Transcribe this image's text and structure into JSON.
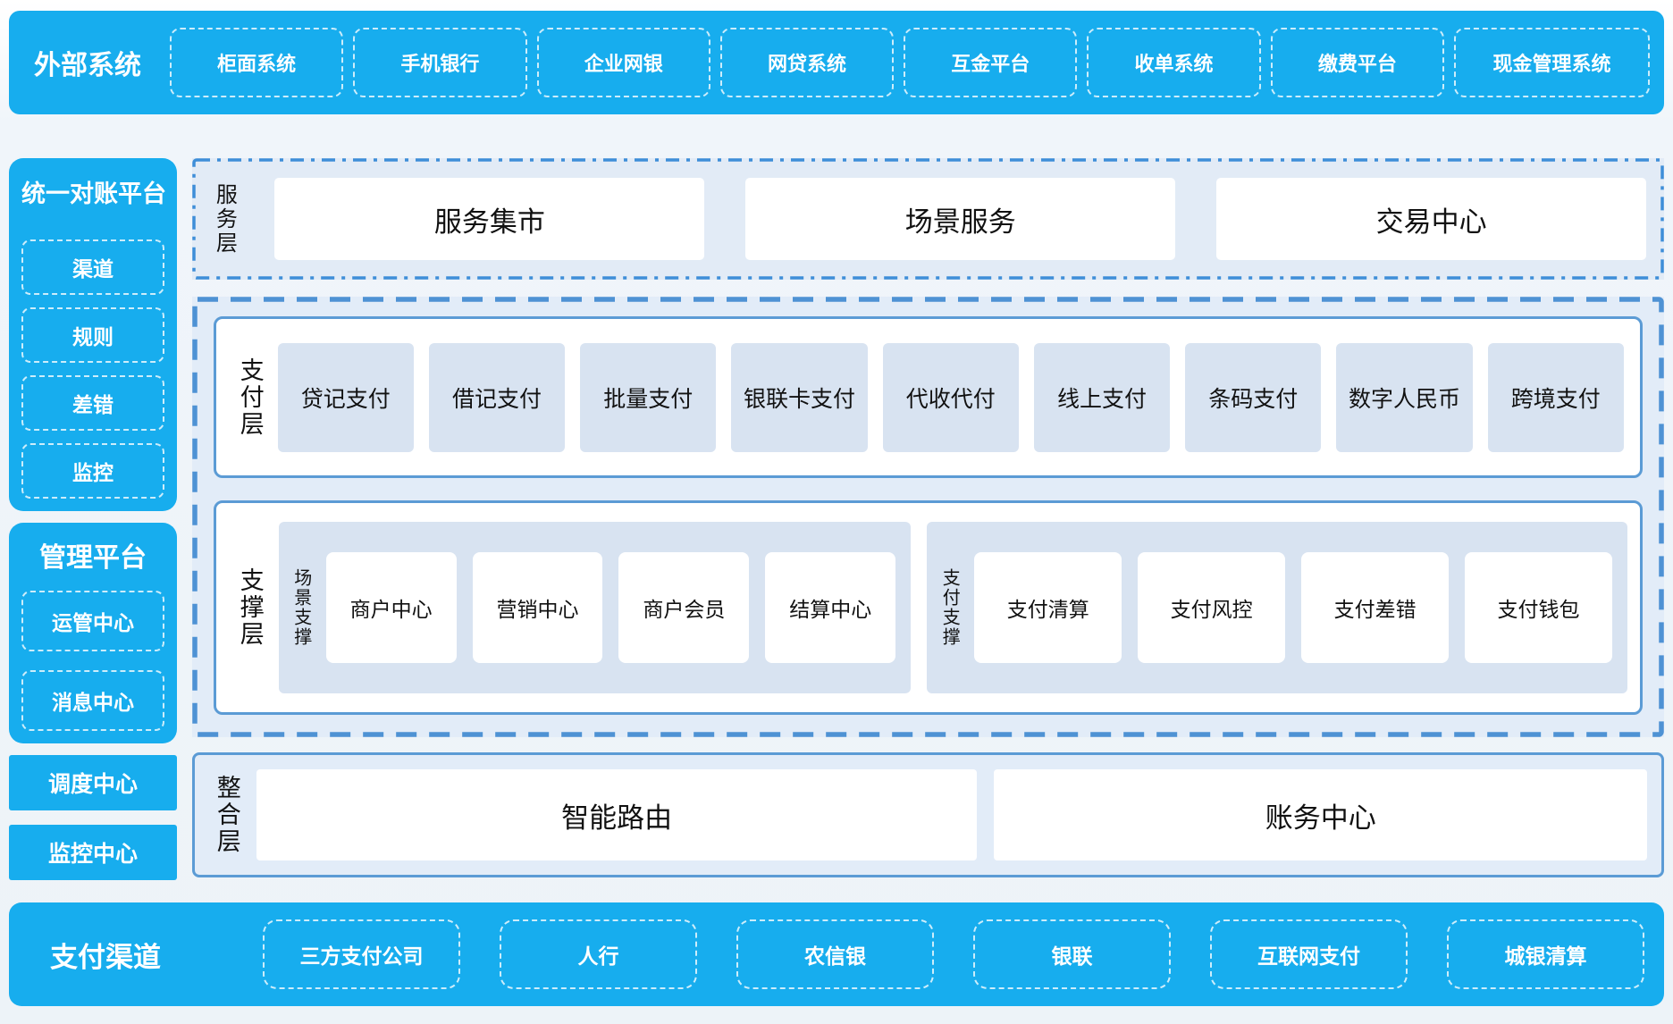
{
  "colors": {
    "cyan": "#17ADEE",
    "panel_light_blue": "#E2ECF8",
    "card_blue": "#D8E3F1",
    "solid_border": "#5B9BD5",
    "dash_border": "#4E92D4",
    "dashdot_border": "#3E8ED8"
  },
  "external_systems": {
    "title": "外部系统",
    "items": [
      "柜面系统",
      "手机银行",
      "企业网银",
      "网贷系统",
      "互金平台",
      "收单系统",
      "缴费平台",
      "现金管理系统"
    ]
  },
  "sidebar": {
    "reconciliation": {
      "title": "统一对账平台",
      "items": [
        "渠道",
        "规则",
        "差错",
        "监控"
      ]
    },
    "management": {
      "title": "管理平台",
      "items": [
        "运管中心",
        "消息中心"
      ]
    },
    "standalone": [
      "调度中心",
      "监控中心"
    ]
  },
  "service_layer": {
    "label": "服务层",
    "items": [
      "服务集市",
      "场景服务",
      "交易中心"
    ]
  },
  "payment_layer": {
    "label": "支付层",
    "items": [
      "贷记支付",
      "借记支付",
      "批量支付",
      "银联卡支付",
      "代收代付",
      "线上支付",
      "条码支付",
      "数字人民币",
      "跨境支付"
    ]
  },
  "support_layer": {
    "label": "支撑层",
    "groups": [
      {
        "label": "场景支撑",
        "items": [
          "商户中心",
          "营销中心",
          "商户会员",
          "结算中心"
        ]
      },
      {
        "label": "支付支撑",
        "items": [
          "支付清算",
          "支付风控",
          "支付差错",
          "支付钱包"
        ]
      }
    ]
  },
  "integration_layer": {
    "label": "整合层",
    "items": [
      "智能路由",
      "账务中心"
    ]
  },
  "payment_channels": {
    "title": "支付渠道",
    "items": [
      "三方支付公司",
      "人行",
      "农信银",
      "银联",
      "互联网支付",
      "城银清算"
    ]
  }
}
